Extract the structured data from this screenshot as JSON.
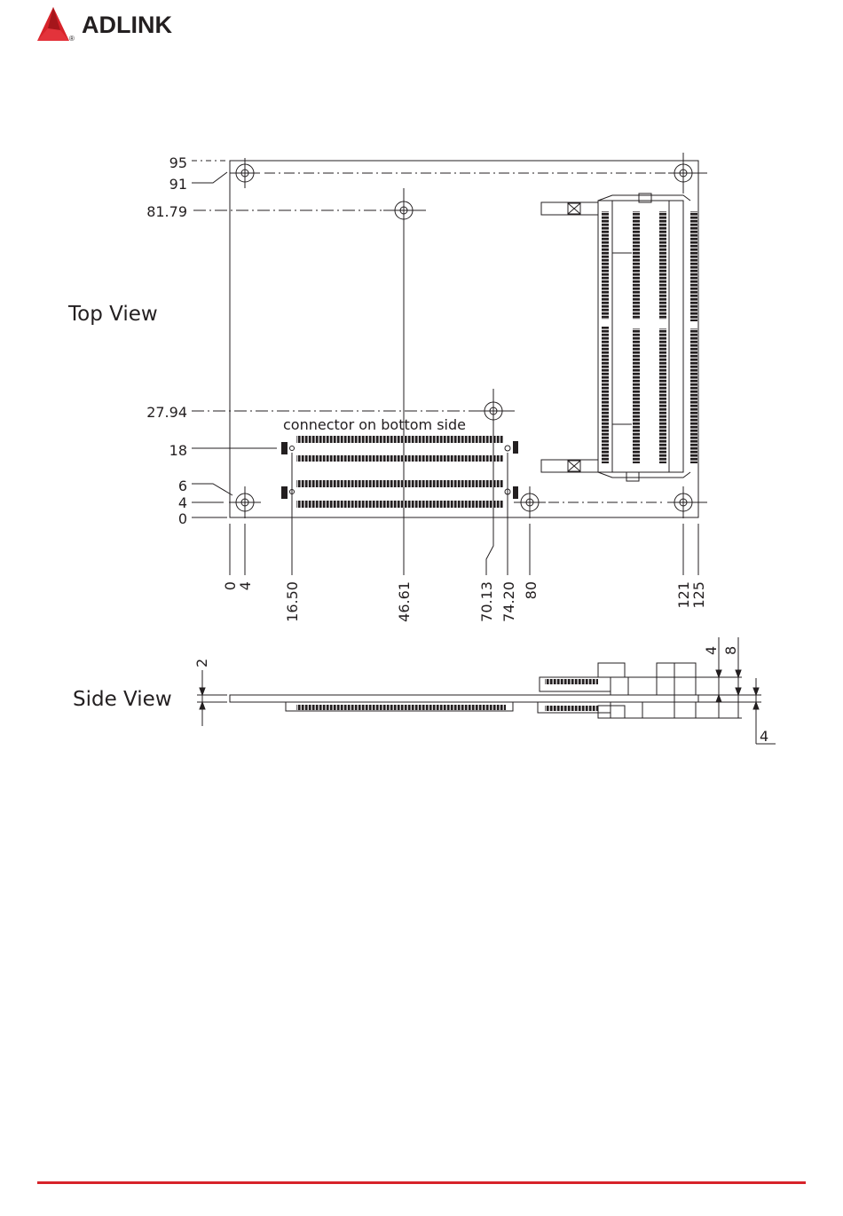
{
  "brand": {
    "name": "ADLINK",
    "registered_mark": "®",
    "color": "#d7232a"
  },
  "top_view": {
    "label": "Top View",
    "connector_note": "connector on bottom side",
    "y_dimensions": [
      "95",
      "91",
      "81.79",
      "27.94",
      "18",
      "6",
      "4",
      "0"
    ],
    "x_dimensions": [
      "0",
      "4",
      "16.50",
      "46.61",
      "70.13",
      "74.20",
      "80",
      "121",
      "125"
    ]
  },
  "side_view": {
    "label": "Side View",
    "dimensions": [
      "2",
      "4",
      "8",
      "4"
    ]
  },
  "colors": {
    "line": "#231f20",
    "footer_rule": "#d7232a"
  }
}
